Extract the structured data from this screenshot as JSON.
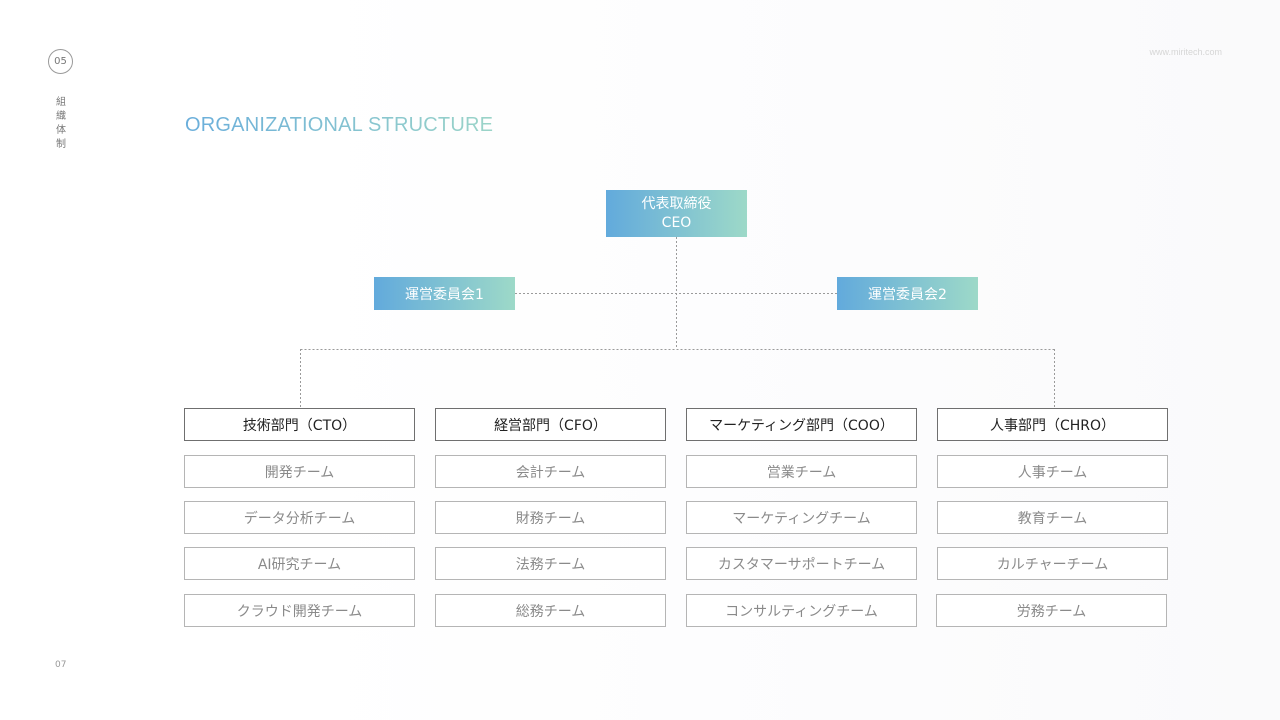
{
  "header": {
    "page_circle": "05",
    "side_label": "組織体制",
    "website": "www.miritech.com",
    "title": "ORGANIZATIONAL STRUCTURE",
    "footer_page": "07"
  },
  "org": {
    "ceo": {
      "line1": "代表取締役",
      "line2": "CEO"
    },
    "committees": [
      "運営委員会1",
      "運営委員会2"
    ],
    "departments": [
      {
        "name": "技術部門（CTO）",
        "teams": [
          "開発チーム",
          "データ分析チーム",
          "AI研究チーム",
          "クラウド開発チーム"
        ]
      },
      {
        "name": "経営部門（CFO）",
        "teams": [
          "会計チーム",
          "財務チーム",
          "法務チーム",
          "総務チーム"
        ]
      },
      {
        "name": "マーケティング部門（COO）",
        "teams": [
          "営業チーム",
          "マーケティングチーム",
          "カスタマーサポートチーム",
          "コンサルティングチーム"
        ]
      },
      {
        "name": "人事部門（CHRO）",
        "teams": [
          "人事チーム",
          "教育チーム",
          "カルチャーチーム",
          "労務チーム"
        ]
      }
    ]
  },
  "colors": {
    "gradient_start": "#62aadc",
    "gradient_end": "#9dd9c8",
    "dept_border": "#6f6f6f",
    "team_border": "#b5b5b5",
    "team_text": "#8a8a8a",
    "connector": "#9a9a9a"
  }
}
